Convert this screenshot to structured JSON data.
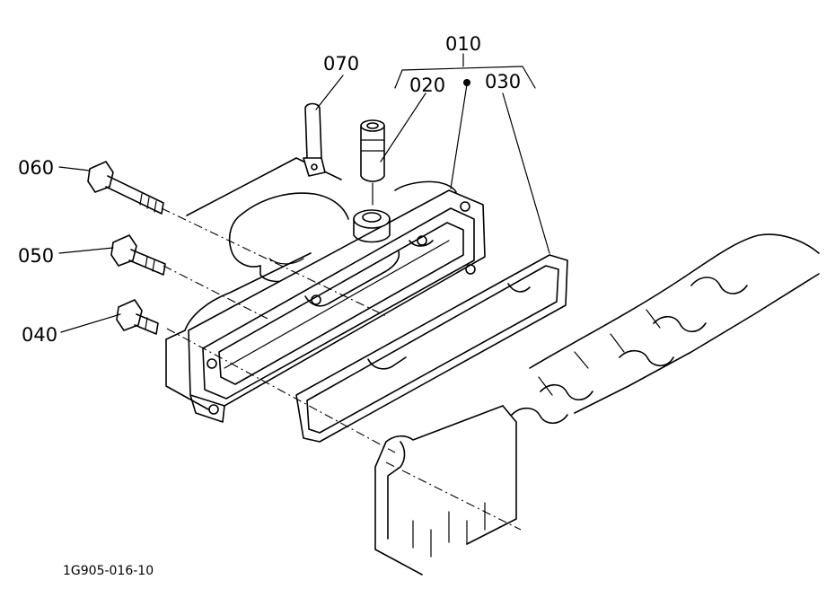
{
  "diagram": {
    "drawing_code": "1G905-016-10",
    "callouts": {
      "p010": "010",
      "p020": "020",
      "p030": "030",
      "p040": "040",
      "p050": "050",
      "p060": "060",
      "p070": "070"
    },
    "line_color": "#000000",
    "background_color": "#ffffff"
  }
}
